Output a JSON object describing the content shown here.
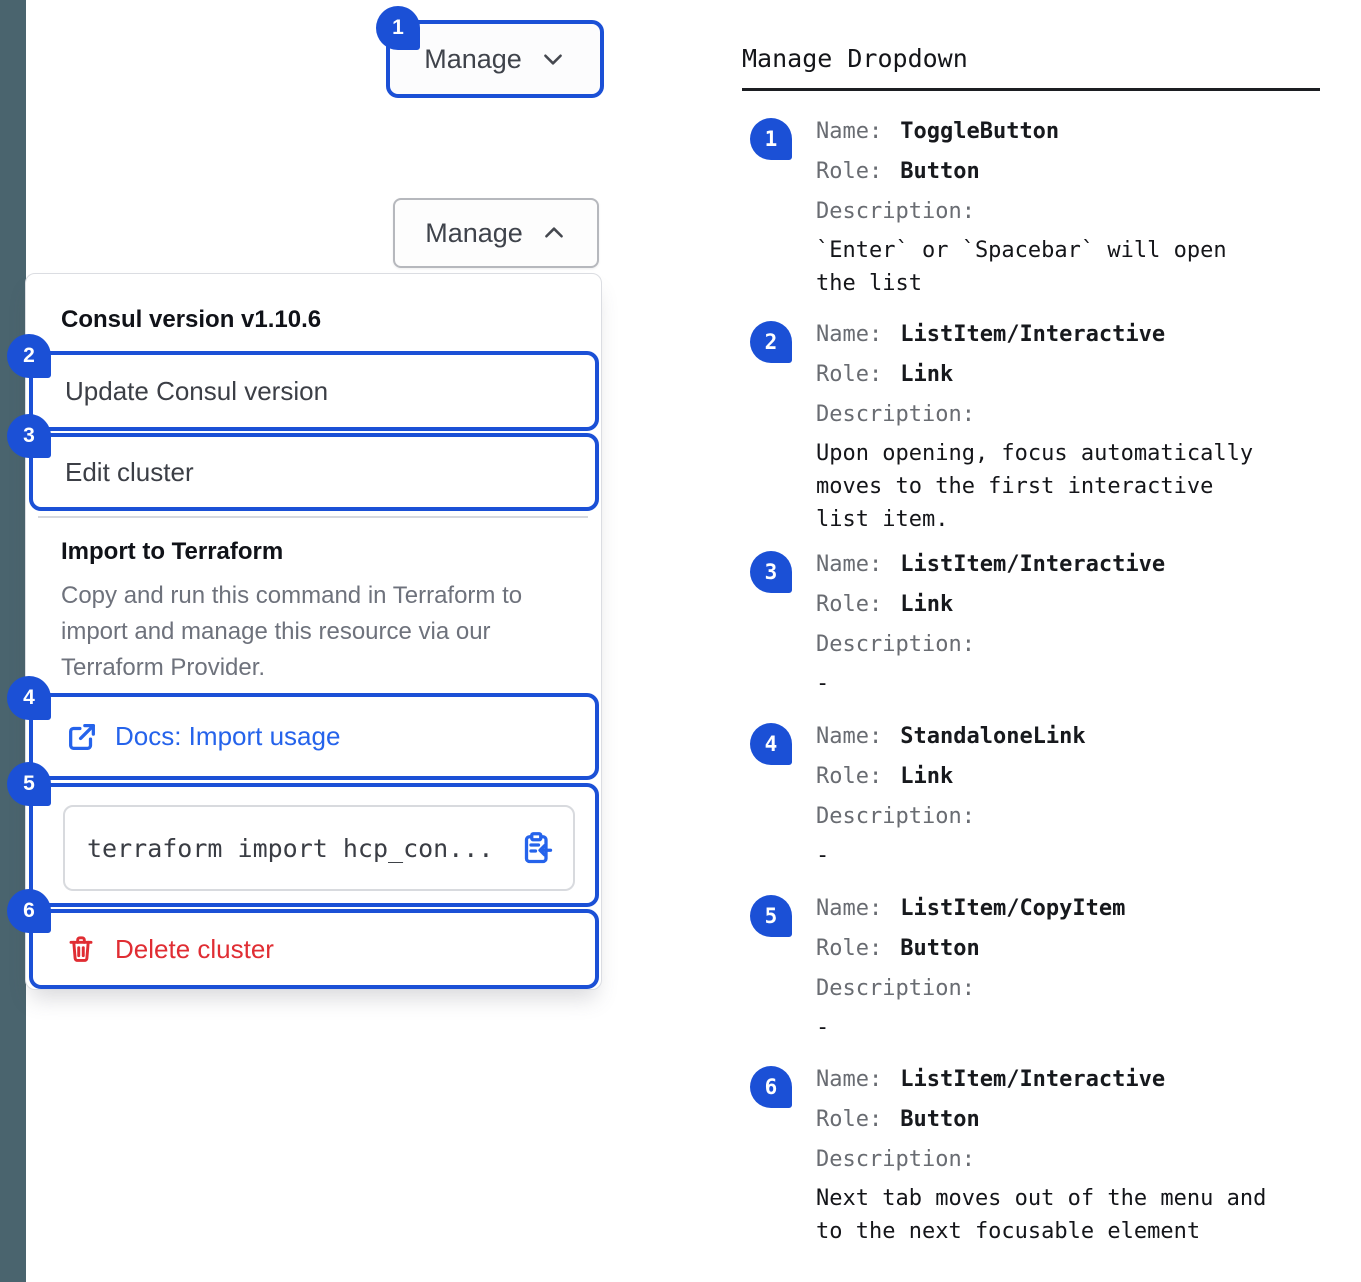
{
  "colors": {
    "accent_blue": "#1b50d6",
    "link_blue": "#2563eb",
    "critical_red": "#e02d33",
    "side_strip": "#4a646e"
  },
  "manage_button": {
    "label": "Manage",
    "badge": "1"
  },
  "manage_button_open": {
    "label": "Manage"
  },
  "dropdown": {
    "version_header": "Consul version v1.10.6",
    "update_item": {
      "badge": "2",
      "label": "Update Consul version"
    },
    "edit_item": {
      "badge": "3",
      "label": "Edit cluster"
    },
    "import_title": "Import to Terraform",
    "import_description": "Copy and run this command in Terraform to import and manage this resource via our Terraform Provider.",
    "docs_link": {
      "badge": "4",
      "label": "Docs: Import usage"
    },
    "copy_item": {
      "badge": "5",
      "code": "terraform import hcp_con..."
    },
    "delete_item": {
      "badge": "6",
      "label": "Delete cluster"
    }
  },
  "spec_panel": {
    "title": "Manage Dropdown",
    "labels": {
      "name": "Name:",
      "role": "Role:",
      "description": "Description:"
    },
    "items": [
      {
        "num": "1",
        "name": "ToggleButton",
        "role": "Button",
        "description": "`Enter` or `Spacebar` will open the list"
      },
      {
        "num": "2",
        "name": "ListItem/Interactive",
        "role": "Link",
        "description": "Upon opening, focus automatically moves to the first interactive list item."
      },
      {
        "num": "3",
        "name": "ListItem/Interactive",
        "role": "Link",
        "description": "-"
      },
      {
        "num": "4",
        "name": "StandaloneLink",
        "role": "Link",
        "description": "-"
      },
      {
        "num": "5",
        "name": "ListItem/CopyItem",
        "role": "Button",
        "description": "-"
      },
      {
        "num": "6",
        "name": "ListItem/Interactive",
        "role": "Button",
        "description": "Next tab moves out of the menu and to the next focusable element"
      }
    ]
  }
}
